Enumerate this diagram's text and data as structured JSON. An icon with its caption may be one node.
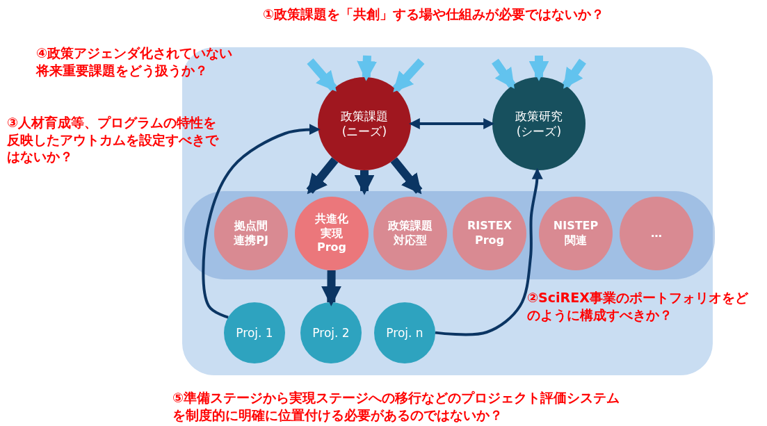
{
  "diagram": {
    "nodes": [
      {
        "text": [
          "政策課題(ニーズ)"
        ]
      },
      {
        "text": [
          "政策研究(シーズ)"
        ]
      },
      {
        "text": [],
        "shape": "box"
      },
      {
        "text": [
          "拠点間連携PJ"
        ],
        "in": 2
      },
      {
        "text": [
          "共進化実現Prog"
        ],
        "in": 2
      },
      {
        "text": [
          "政策課題対応型"
        ],
        "in": 2
      },
      {
        "text": [
          "RISTEX Prog"
        ],
        "in": 2
      },
      {
        "text": [
          "NISTEP関連"
        ],
        "in": 2
      },
      {
        "text": [
          "…"
        ],
        "in": 2
      },
      {
        "text": [
          "Proj. 1"
        ]
      },
      {
        "text": [
          "Proj. 2"
        ]
      },
      {
        "text": [
          "Proj. n"
        ]
      }
    ],
    "edges": [
      {
        "from": 0,
        "to": 1,
        "arrow": "both"
      },
      {
        "from": 0,
        "to": 2,
        "arrow": "to"
      },
      {
        "from": 0,
        "to": 2,
        "arrow": "to"
      },
      {
        "from": 0,
        "to": 2,
        "arrow": "to"
      },
      {
        "from": 4,
        "to": 10,
        "arrow": "to"
      },
      {
        "from": 9,
        "to": 0,
        "arrow": "to"
      },
      {
        "from": 11,
        "to": 1,
        "arrow": "to"
      },
      {
        "from": null,
        "to": 0,
        "arrow": "to",
        "color": "#62c3ee"
      },
      {
        "from": null,
        "to": 0,
        "arrow": "to",
        "color": "#62c3ee"
      },
      {
        "from": null,
        "to": 0,
        "arrow": "to",
        "color": "#62c3ee"
      },
      {
        "from": null,
        "to": 1,
        "arrow": "to",
        "color": "#62c3ee"
      },
      {
        "from": null,
        "to": 1,
        "arrow": "to",
        "color": "#62c3ee"
      },
      {
        "from": null,
        "to": 1,
        "arrow": "to",
        "color": "#62c3ee"
      }
    ],
    "labels": [
      "①政策課題を「共創」する場や仕組みが必要ではないか？",
      "④政策アジェンダ化されていない将来重要課題をどう扱うか？",
      "③人材育成等、プログラムの特性を反映したアウトカムを設定すべきではないか？",
      "②SciREX事業のポートフォリオをどのように構成すべきか？",
      "⑤準備ステージから実現ステージへの移行などのプロジェクト評価システムを制度的に明確に位置付ける必要があるのではないか？"
    ]
  }
}
